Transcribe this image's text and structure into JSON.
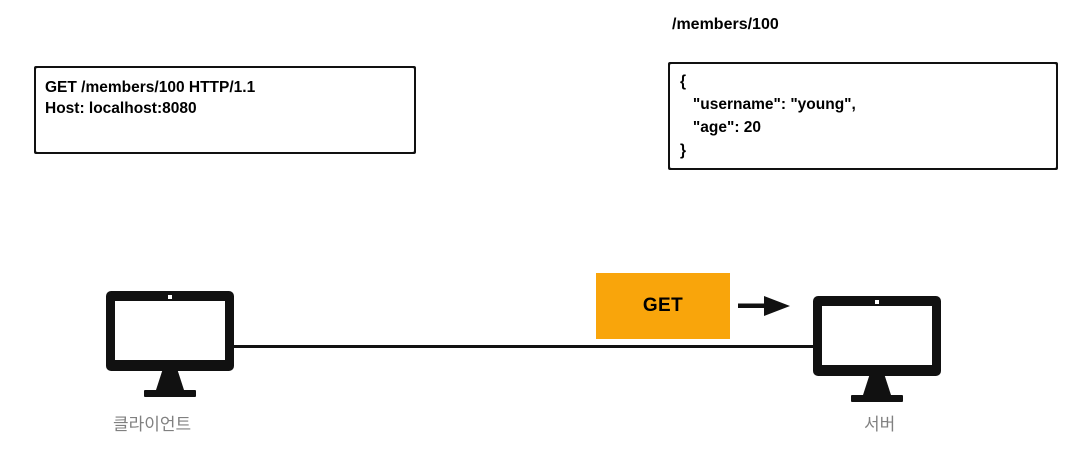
{
  "diagram": {
    "title": "HTTP GET request flow between client and server",
    "colors": {
      "method_badge": "#f9a50b",
      "ink": "#111111",
      "label_gray": "#808080",
      "background": "#ffffff"
    },
    "request_box": {
      "line1": "GET /members/100 HTTP/1.1",
      "line2": "Host: localhost:8080",
      "text": "GET /members/100 HTTP/1.1\nHost: localhost:8080"
    },
    "resource": {
      "path": "/members/100"
    },
    "response_box": {
      "line1": "{",
      "line2": "   \"username\": \"young\",",
      "line3": "   \"age\": 20",
      "line4": "}",
      "text": "{\n   \"username\": \"young\",\n   \"age\": 20\n}",
      "fields": [
        {
          "key": "username",
          "value": "young"
        },
        {
          "key": "age",
          "value": "20"
        }
      ]
    },
    "method_badge": {
      "label": "GET"
    },
    "nodes": [
      {
        "id": "client",
        "label": "클라이언트",
        "icon": "monitor-icon"
      },
      {
        "id": "server",
        "label": "서버",
        "icon": "monitor-icon"
      }
    ],
    "arrow": {
      "direction": "right",
      "icon": "arrow-right-icon"
    },
    "connection": {
      "icon": "connection-line"
    }
  }
}
